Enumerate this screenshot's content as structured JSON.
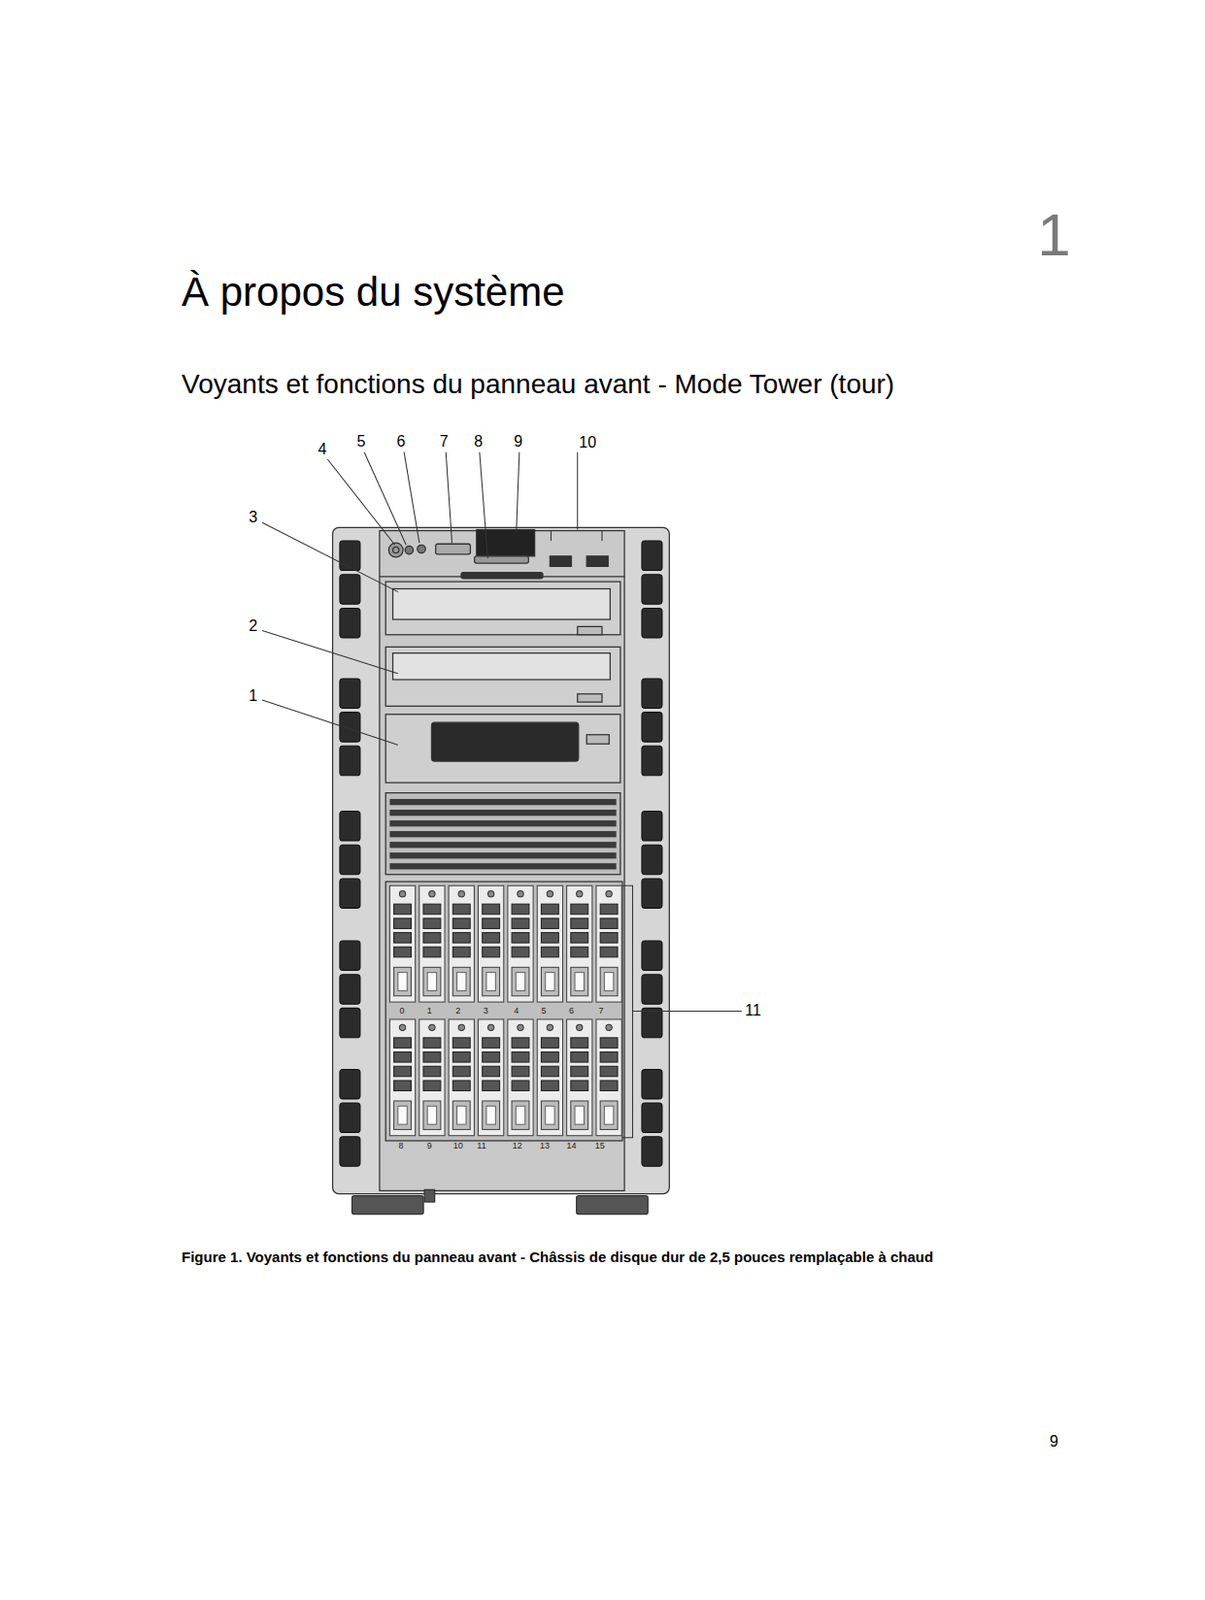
{
  "diagram": {
    "title": "À propos du système",
    "caption": "Figure 1. Voyants et fonctions du panneau avant - Châssis de disque dur de 2,5 pouces remplaçable à chaud",
    "labels": [
      "1",
      "Voyants et fonctions du panneau avant - Mode Tower (tour)",
      "4",
      "5",
      "6",
      "7",
      "8",
      "9",
      "10",
      "3",
      "2",
      "1",
      "11",
      "0",
      "1",
      "2",
      "3",
      "4",
      "5",
      "6",
      "7",
      "8",
      "9",
      "10",
      "11",
      "12",
      "13",
      "14",
      "15",
      "9"
    ]
  }
}
